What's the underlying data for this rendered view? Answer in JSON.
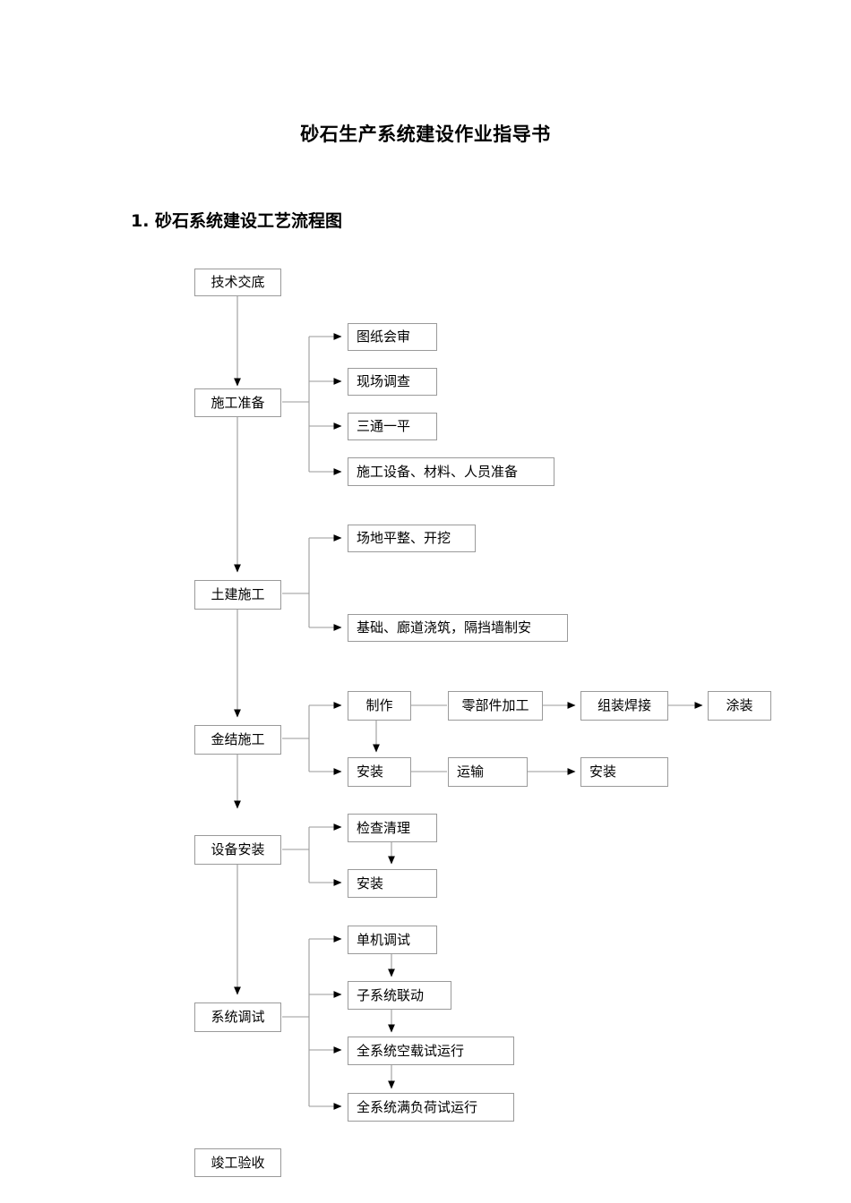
{
  "document": {
    "title": "砂石生产系统建设作业指导书",
    "section_heading": "1. 砂石系统建设工艺流程图"
  },
  "flowchart": {
    "type": "process-flow-diagram",
    "orientation": "top-to-bottom",
    "main_stages": [
      {
        "id": "jsjd",
        "label": "技术交底"
      },
      {
        "id": "sgzb",
        "label": "施工准备"
      },
      {
        "id": "tjsg",
        "label": "土建施工"
      },
      {
        "id": "jjsg",
        "label": "金结施工"
      },
      {
        "id": "sbaz",
        "label": "设备安装"
      },
      {
        "id": "xtts",
        "label": "系统调试"
      },
      {
        "id": "jgys",
        "label": "竣工验收"
      }
    ],
    "branches": {
      "sgzb": [
        {
          "id": "tzhs",
          "label": "图纸会审"
        },
        {
          "id": "xcdc",
          "label": "现场调查"
        },
        {
          "id": "styp",
          "label": "三通一平"
        },
        {
          "id": "sgsb",
          "label": "施工设备、材料、人员准备"
        }
      ],
      "tjsg": [
        {
          "id": "cdpz",
          "label": "场地平整、开挖"
        },
        {
          "id": "jcld",
          "label": "基础、廊道浇筑，隔挡墙制安"
        }
      ],
      "jjsg": [
        {
          "id": "zhizuo",
          "label": "制作"
        },
        {
          "id": "lbjjg",
          "label": "零部件加工"
        },
        {
          "id": "zzhj",
          "label": "组装焊接"
        },
        {
          "id": "tuzhuang",
          "label": "涂装"
        },
        {
          "id": "anzhuang1",
          "label": "安装"
        },
        {
          "id": "yunshu",
          "label": "运输"
        },
        {
          "id": "anzhuang2",
          "label": "安装"
        }
      ],
      "sbaz": [
        {
          "id": "jcql",
          "label": "检查清理"
        },
        {
          "id": "az3",
          "label": "安装"
        }
      ],
      "xtts": [
        {
          "id": "djts",
          "label": "单机调试"
        },
        {
          "id": "zxtld",
          "label": "子系统联动"
        },
        {
          "id": "qxtkz",
          "label": "全系统空载试运行"
        },
        {
          "id": "qxtmfh",
          "label": "全系统满负荷试运行"
        }
      ]
    },
    "colors": {
      "box_border": "#9a9a9a",
      "connector_line": "#9a9a9a",
      "arrow_head": "#000000",
      "background": "#ffffff",
      "text": "#000000"
    }
  }
}
